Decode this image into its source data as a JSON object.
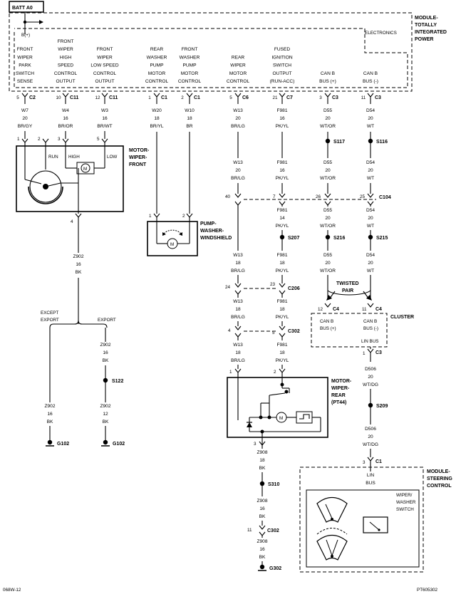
{
  "diagram": {
    "batt": "BATT A0",
    "b_plus": "B(+)",
    "electronics": "ELECTRONICS",
    "module_tip": [
      "MODULE-",
      "TOTALLY",
      "INTEGRATED",
      "POWER"
    ],
    "tip_functions": [
      [
        "FRONT",
        "WIPER",
        "PARK",
        "SWITCH",
        "SENSE"
      ],
      [
        "FRONT",
        "WIPER",
        "HIGH",
        "SPEED",
        "CONTROL",
        "OUTPUT"
      ],
      [
        "FRONT",
        "WIPER",
        "LOW SPEED",
        "CONTROL",
        "OUTPUT"
      ],
      [
        "REAR",
        "WASHER",
        "PUMP",
        "MOTOR",
        "CONTROL"
      ],
      [
        "FRONT",
        "WASHER",
        "PUMP",
        "MOTOR",
        "CONTROL"
      ],
      [
        "REAR",
        "WIPER",
        "MOTOR",
        "CONTROL"
      ],
      [
        "FUSED",
        "IGNITION",
        "SWITCH",
        "OUTPUT",
        "(RUN-ACC)"
      ],
      [
        "CAN B",
        "BUS (+)"
      ],
      [
        "CAN B",
        "BUS (-)"
      ]
    ],
    "tip_pins": [
      {
        "pin": "5",
        "conn": "C2"
      },
      {
        "pin": "10",
        "conn": "C11"
      },
      {
        "pin": "12",
        "conn": "C11"
      },
      {
        "pin": "1",
        "conn": "C1"
      },
      {
        "pin": "2",
        "conn": "C1"
      },
      {
        "pin": "5",
        "conn": "C6"
      },
      {
        "pin": "21",
        "conn": "C7"
      },
      {
        "pin": "3",
        "conn": "C3"
      },
      {
        "pin": "11",
        "conn": "C3"
      }
    ],
    "tip_wires": [
      [
        "W7",
        "20",
        "BR/GY"
      ],
      [
        "W4",
        "16",
        "BR/OR"
      ],
      [
        "W3",
        "16",
        "BR/WT"
      ],
      [
        "W20",
        "18",
        "BR/YL"
      ],
      [
        "W10",
        "18",
        "BR"
      ],
      [
        "W13",
        "20",
        "BR/LG"
      ],
      [
        "F981",
        "16",
        "PK/YL"
      ],
      [
        "D55",
        "20",
        "WT/OR"
      ],
      [
        "D54",
        "20",
        "WT"
      ]
    ],
    "splices": {
      "s117": "S117",
      "s116": "S116",
      "s207": "S207",
      "s216": "S216",
      "s215": "S215",
      "s122": "S122",
      "s209": "S209",
      "s310": "S310"
    },
    "c104": {
      "name": "C104",
      "pins": [
        "40",
        "7",
        "26",
        "25"
      ]
    },
    "wires_after_c104": [
      [
        "F981",
        "14",
        "PK/YL"
      ],
      [
        "D55",
        "20",
        "WT/OR"
      ],
      [
        "D54",
        "20",
        "WT"
      ]
    ],
    "wires_after_s207": [
      [
        "W13",
        "18",
        "BR/LG"
      ],
      [
        "F981",
        "18",
        "PK/YL"
      ],
      [
        "D55",
        "20",
        "WT/OR"
      ],
      [
        "D54",
        "20",
        "WT"
      ]
    ],
    "c206": {
      "name": "C206",
      "pins": [
        "24",
        "23"
      ]
    },
    "wires_after_c206": [
      [
        "W13",
        "18",
        "BR/LG"
      ],
      [
        "F981",
        "18",
        "PK/YL"
      ]
    ],
    "c302": {
      "name": "C302",
      "pins": [
        "4",
        "5"
      ]
    },
    "wires_after_c302": [
      [
        "W13",
        "18",
        "BR/LG"
      ],
      [
        "F981",
        "18",
        "PK/YL"
      ]
    ],
    "motor_front": {
      "label": [
        "MOTOR-",
        "WIPER-",
        "FRONT"
      ],
      "pins": [
        "1",
        "2",
        "3",
        "5",
        "4"
      ],
      "run": "RUN",
      "high": "HIGH",
      "low": "LOW",
      "m": "M"
    },
    "pump": {
      "label": [
        "PUMP-",
        "WASHER-",
        "WINDSHIELD"
      ],
      "pins": [
        "1",
        "2"
      ],
      "m": "M"
    },
    "ground_front": {
      "wire": [
        "Z902",
        "16",
        "BK"
      ],
      "except_export": [
        "EXCEPT",
        "EXPORT"
      ],
      "export": "EXPORT",
      "left_wire": [
        "Z902",
        "16",
        "BK"
      ],
      "right_wire1": [
        "Z902",
        "16",
        "BK"
      ],
      "right_wire2": [
        "Z902",
        "12",
        "BK"
      ],
      "g_left": "G102",
      "g_right": "G102"
    },
    "twisted_pair": [
      "TWISTED",
      "PAIR"
    ],
    "cluster": {
      "label": "CLUSTER",
      "pins": [
        {
          "pin": "12",
          "conn": "C4"
        },
        {
          "pin": "11",
          "conn": "C4"
        }
      ],
      "can_pos": [
        "CAN B",
        "BUS (+)"
      ],
      "can_neg": [
        "CAN B",
        "BUS (-)"
      ],
      "lin": "LIN BUS",
      "out_pin": {
        "pin": "1",
        "conn": "C3"
      },
      "wire": [
        "D506",
        "20",
        "WT/DG"
      ],
      "wire2": [
        "D506",
        "20",
        "WT/DG"
      ]
    },
    "motor_rear": {
      "label": [
        "MOTOR-",
        "WIPER-",
        "REAR",
        "(PT44)"
      ],
      "pins": [
        "1",
        "2",
        "3"
      ],
      "m": "M"
    },
    "ground_rear": {
      "wire1": [
        "Z908",
        "18",
        "BK"
      ],
      "wire2": [
        "Z908",
        "16",
        "BK"
      ],
      "c302_pin": "11",
      "c302": "C302",
      "wire3": [
        "Z908",
        "16",
        "BK"
      ],
      "g": "G302"
    },
    "sccm": {
      "pin": {
        "pin": "3",
        "conn": "C1"
      },
      "lin": [
        "LIN",
        "BUS"
      ],
      "label": [
        "MODULE-",
        "STEERING",
        "CONTROL"
      ],
      "switch": [
        "WIPER/",
        "WASHER",
        "SWITCH"
      ]
    },
    "footer_left": "068W-12",
    "footer_right": "PT605302"
  }
}
